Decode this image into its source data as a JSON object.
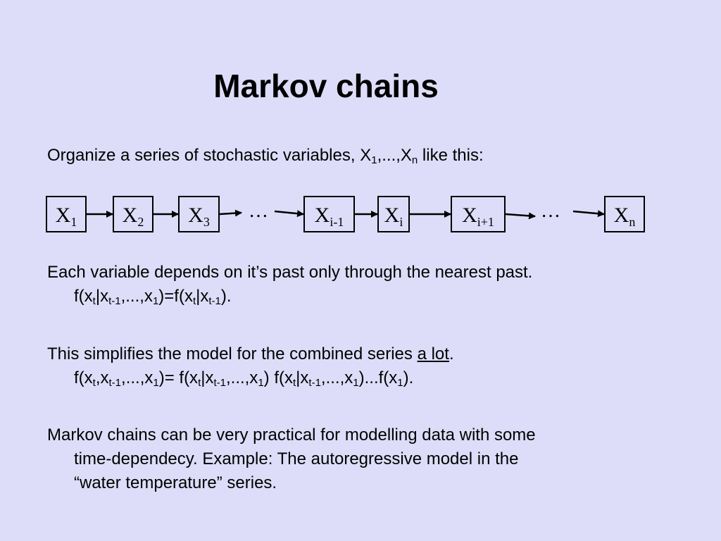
{
  "title": "Markov chains",
  "intro": {
    "text_before": "Organize a series of stochastic variables, X",
    "sub1": "1",
    "mid": ",...,X",
    "subn": "n",
    "text_after": " like this:"
  },
  "chain": {
    "nodes": [
      {
        "base": "X",
        "sub": "1"
      },
      {
        "base": "X",
        "sub": "2"
      },
      {
        "base": "X",
        "sub": "3"
      },
      {
        "base": "X",
        "sub": "i-1"
      },
      {
        "base": "X",
        "sub": "i"
      },
      {
        "base": "X",
        "sub": "i+1"
      },
      {
        "base": "X",
        "sub": "n"
      }
    ],
    "ellipsis": "…"
  },
  "para1": {
    "line1": "Each variable depends on it’s past only through the nearest past.",
    "f_open": "f(x",
    "s_t": "t",
    "bar": "|x",
    "s_t1": "t-1",
    "dots": ",...,x",
    "s_1": "1",
    "eq": ")=f(x",
    "s_t_b": "t",
    "bar_b": "|x",
    "s_t1_b": "t-1",
    "close": ")."
  },
  "para2": {
    "line1_before": "This simplifies the model for the combined series ",
    "line1_underlined": "a lot",
    "line1_after": ".",
    "f1": "f(x",
    "s1": "t",
    "f2": ",x",
    "s2": "t-1",
    "f3": ",...,x",
    "s3": "1",
    "f4": ")= f(x",
    "s4": "t",
    "f5": "|x",
    "s5": "t-1",
    "f6": ",...,x",
    "s6": "1",
    "f7": ") f(x",
    "s7": "t",
    "f8": "|x",
    "s8": "t-1",
    "f9": ",...,x",
    "s9": "1",
    "f10": ")...f(x",
    "s10": "1",
    "f11": ")."
  },
  "para3": {
    "line1": "Markov chains can be very practical for modelling data with some",
    "line2": "time-dependecy. Example: The autoregressive model in the",
    "line3": "“water temperature” series."
  }
}
